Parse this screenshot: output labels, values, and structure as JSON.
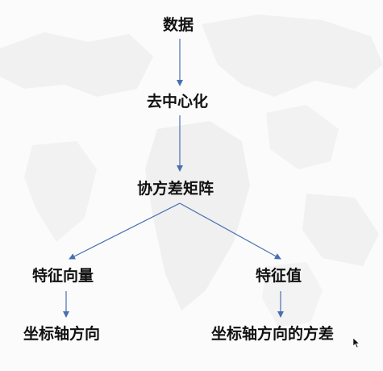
{
  "diagram": {
    "nodes": {
      "data": "数据",
      "centering": "去中心化",
      "covariance_matrix": "协方差矩阵",
      "eigenvector": "特征向量",
      "eigenvalue": "特征值",
      "axis_direction": "坐标轴方向",
      "axis_direction_variance": "坐标轴方向的方差"
    },
    "edges": [
      {
        "from": "data",
        "to": "centering"
      },
      {
        "from": "centering",
        "to": "covariance_matrix"
      },
      {
        "from": "covariance_matrix",
        "to": "eigenvector"
      },
      {
        "from": "covariance_matrix",
        "to": "eigenvalue"
      },
      {
        "from": "eigenvector",
        "to": "axis_direction"
      },
      {
        "from": "eigenvalue",
        "to": "axis_direction_variance"
      }
    ]
  },
  "colors": {
    "arrow": "#4a6fb0",
    "text": "#111111",
    "map": "#efefef"
  },
  "icons": {
    "cursor": "mouse-pointer-icon"
  }
}
